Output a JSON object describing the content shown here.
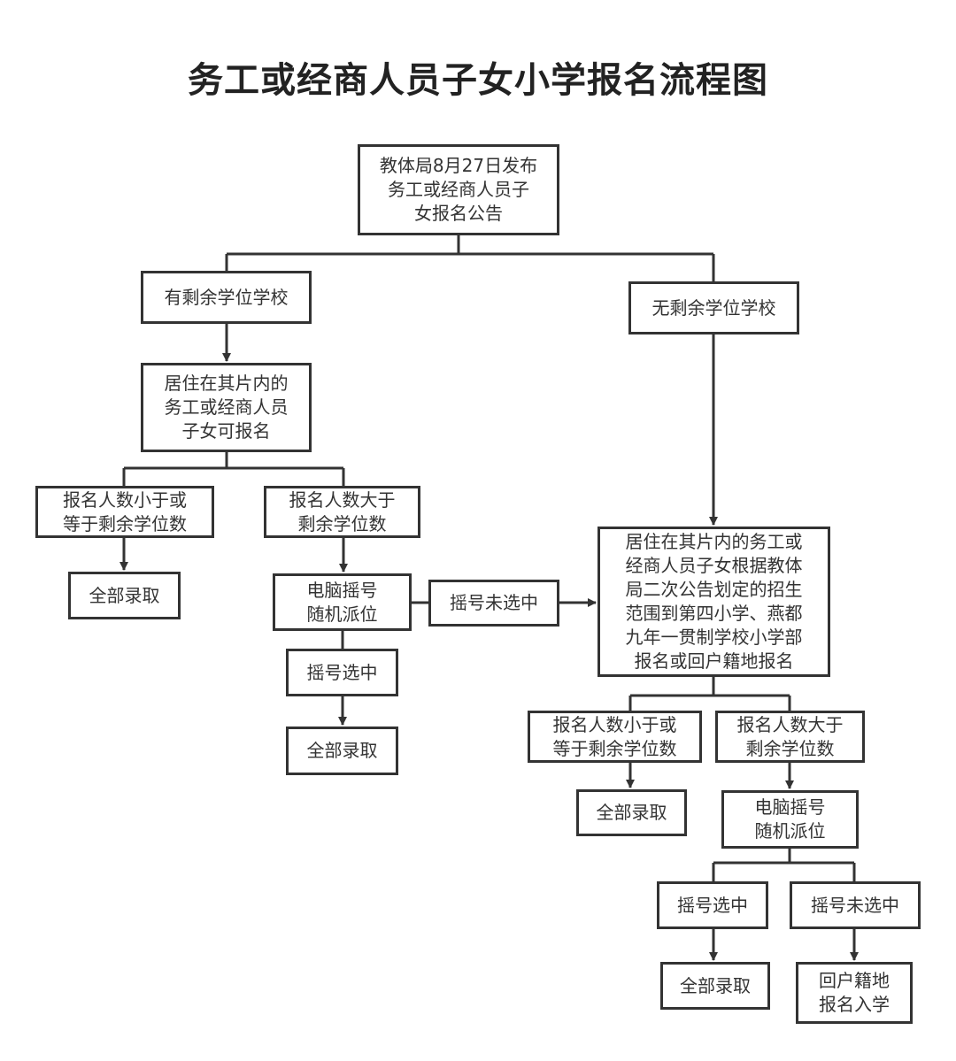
{
  "title": "务工或经商人员子女小学报名流程图",
  "nodes": {
    "announce": "教体局8月27日发布\n务工或经商人员子\n女报名公告",
    "has_seats": "有剩余学位学校",
    "no_seats": "无剩余学位学校",
    "eligible_local": "居住在其片内的\n务工或经商人员\n子女可报名",
    "left_le": "报名人数小于或\n等于剩余学位数",
    "left_gt": "报名人数大于\n剩余学位数",
    "left_all_admit_1": "全部录取",
    "left_lottery": "电脑摇号\n随机派位",
    "left_not_selected": "摇号未选中",
    "right_register": "居住在其片内的务工或\n经商人员子女根据教体\n局二次公告划定的招生\n范围到第四小学、燕都\n九年一贯制学校小学部\n报名或回户籍地报名",
    "left_selected": "摇号选中",
    "left_all_admit_2": "全部录取",
    "right_le": "报名人数小于或\n等于剩余学位数",
    "right_gt": "报名人数大于\n剩余学位数",
    "right_all_admit_1": "全部录取",
    "right_lottery": "电脑摇号\n随机派位",
    "right_selected": "摇号选中",
    "right_not_selected": "摇号未选中",
    "right_all_admit_2": "全部录取",
    "return_hukou": "回户籍地\n报名入学"
  }
}
